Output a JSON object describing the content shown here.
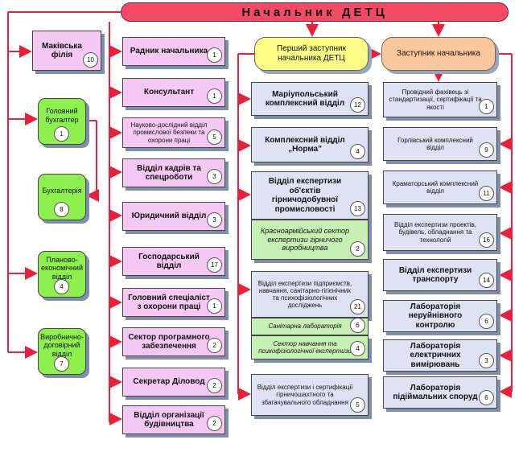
{
  "header": {
    "title": "Начальник ДЕТЦ"
  },
  "left_column": [
    {
      "label": "Маківська філія",
      "badge": "10"
    },
    {
      "label": "Головний бухгалтер",
      "badge": "1"
    },
    {
      "label": "Бухгалтерія",
      "badge": "8"
    },
    {
      "label": "Планово-економічний відділ",
      "badge": "4"
    },
    {
      "label": "Виробнично-договірний відділ",
      "badge": "7"
    }
  ],
  "second_column": [
    {
      "label": "Радник начальника",
      "badge": "1"
    },
    {
      "label": "Консультант",
      "badge": "1"
    },
    {
      "label": "Науково-дослідний відділ промислової безпеки та охорони праці",
      "badge": "5"
    },
    {
      "label": "Відділ кадрів та спецроботи",
      "badge": "3"
    },
    {
      "label": "Юридичний відділ",
      "badge": "3"
    },
    {
      "label": "Господарський відділ",
      "badge": "17"
    },
    {
      "label": "Головний спеціаліст з охорони праці",
      "badge": "1"
    },
    {
      "label": "Сектор програмного забезпечення",
      "badge": "2"
    },
    {
      "label": "Секретар Діловод",
      "badge": "2"
    },
    {
      "label": "Відділ організації будівництва",
      "badge": "2"
    }
  ],
  "first_deputy": {
    "title": "Перший заступник начальника ДЕТЦ",
    "units": [
      {
        "label": "Маріупольський комплексний відділ",
        "badge": "12"
      },
      {
        "label": "Комплексний відділ „Норма\"",
        "badge": "4"
      },
      {
        "label": "Відділ експертизи об'єктів гірничодобувної промисловості",
        "badge": "13",
        "sub": {
          "label": "Красноармійський сектор експертизи гірничого виробництва",
          "badge": "2"
        }
      },
      {
        "label": "Відділ експертизи підприємств, навчання, санітарно-гігієнічних та психофізіологічних досліджень",
        "badge": "21",
        "subs": [
          {
            "label": "Санітарна лабораторія",
            "badge": "6"
          },
          {
            "label": "Сектор навчання та психофізіологічної експертизи",
            "badge": "4"
          }
        ]
      },
      {
        "label": "Відділ експертизи і сертифікації гірничошахтного та збагачувального обладнання",
        "badge": "5"
      }
    ]
  },
  "deputy": {
    "title": "Заступник начальника",
    "units": [
      {
        "label": "Провідний фахівець зі стандартизації, сертифікації та якості",
        "badge": "1"
      },
      {
        "label": "Горлівський комплексний відділ",
        "badge": "9"
      },
      {
        "label": "Краматорський комплексний відділ",
        "badge": "11"
      },
      {
        "label": "Відділ експертизи проектів, будівель, обладнання та технологій",
        "badge": "16"
      },
      {
        "label": "Відділ експертизи транспорту",
        "badge": "14"
      },
      {
        "label": "Лабораторія неруйнівного контролю",
        "badge": "6"
      },
      {
        "label": "Лабораторія електричних вимірювань",
        "badge": "3"
      },
      {
        "label": "Лабораторія підіймальних споруд",
        "badge": "6"
      }
    ]
  }
}
